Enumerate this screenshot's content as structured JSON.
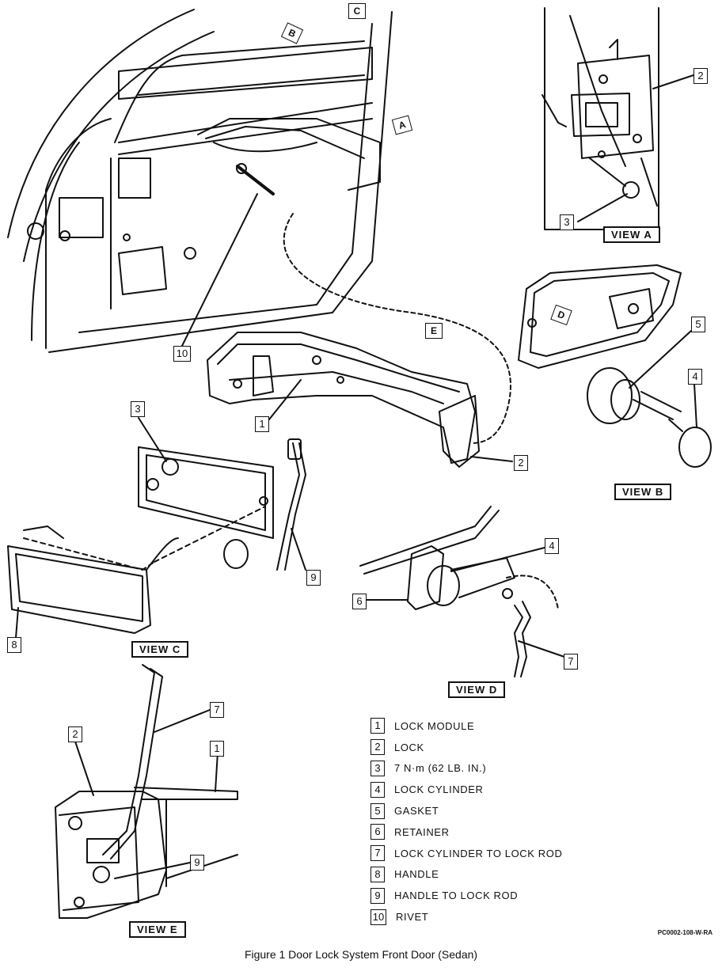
{
  "callouts": {
    "view_a_2": "2",
    "view_a_3": "3",
    "main_10": "10",
    "main_1": "1",
    "main_2": "2",
    "view_b_5": "5",
    "view_b_4": "4",
    "view_c_3": "3",
    "view_c_9": "9",
    "view_c_8": "8",
    "view_d_4": "4",
    "view_d_6": "6",
    "view_d_7": "7",
    "view_e_7": "7",
    "view_e_2": "2",
    "view_e_1": "1",
    "view_e_9": "9"
  },
  "view_labels": {
    "a": "VIEW A",
    "b": "VIEW B",
    "c": "VIEW C",
    "d": "VIEW D",
    "e": "VIEW E"
  },
  "view_arrows": {
    "a": "A",
    "b": "B",
    "c": "C",
    "d": "D",
    "e": "E"
  },
  "legend": [
    {
      "num": "1",
      "text": "LOCK MODULE"
    },
    {
      "num": "2",
      "text": "LOCK"
    },
    {
      "num": "3",
      "text": "7 N·m (62 LB. IN.)"
    },
    {
      "num": "4",
      "text": "LOCK CYLINDER"
    },
    {
      "num": "5",
      "text": "GASKET"
    },
    {
      "num": "6",
      "text": "RETAINER"
    },
    {
      "num": "7",
      "text": "LOCK CYLINDER TO LOCK ROD"
    },
    {
      "num": "8",
      "text": "HANDLE"
    },
    {
      "num": "9",
      "text": "HANDLE TO LOCK ROD"
    },
    {
      "num": "10",
      "text": "RIVET"
    }
  ],
  "figure_code": "PC0002-108-W-RA",
  "caption": "Figure 1 Door Lock System Front Door (Sedan)"
}
